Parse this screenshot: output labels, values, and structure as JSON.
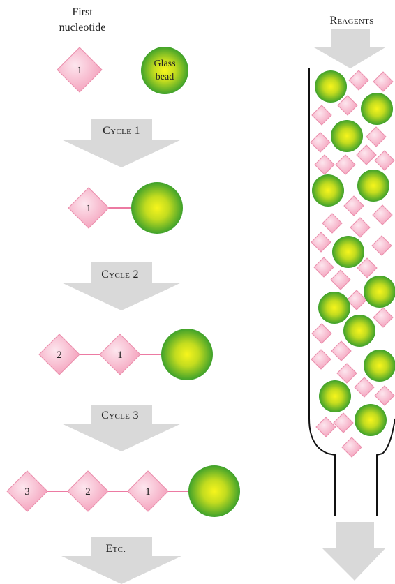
{
  "start": {
    "first_nucleotide_label": [
      "First",
      "nucleotide"
    ],
    "first_nucleotide_number": "1",
    "glass_bead_label": [
      "Glass",
      "bead"
    ]
  },
  "cycles": [
    {
      "label": "Cycle 1",
      "chain": [
        "1"
      ]
    },
    {
      "label": "Cycle 2",
      "chain": [
        "2",
        "1"
      ]
    },
    {
      "label": "Cycle 3",
      "chain": [
        "3",
        "2",
        "1"
      ]
    },
    {
      "label": "Etc.",
      "chain": []
    }
  ],
  "column": {
    "reagents_label": "Reagents"
  },
  "colors": {
    "arrow_gray": "#d9d9d9",
    "diamond_fill": "#f6b3c6",
    "diamond_stroke": "#e88aa6",
    "bond_pink": "#ec7aa2",
    "bead_center": "#f5f21a",
    "bead_edge": "#3fa52a",
    "column_wall": "#111111"
  }
}
